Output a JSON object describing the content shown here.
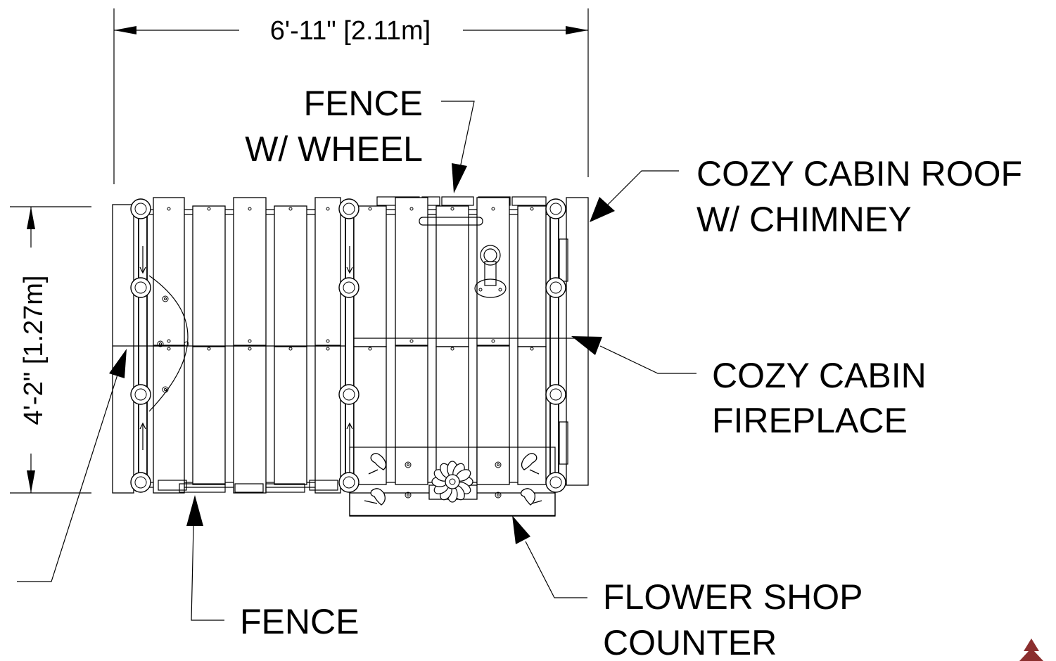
{
  "dimensions": {
    "width": "6'-11\" [2.11m]",
    "depth": "4'-2\" [1.27m]"
  },
  "callouts": {
    "fence_wheel": [
      "FENCE",
      "W/ WHEEL"
    ],
    "roof": [
      "COZY CABIN ROOF",
      "W/ CHIMNEY"
    ],
    "fireplace": [
      "COZY CABIN",
      "FIREPLACE"
    ],
    "flower_counter": [
      "FLOWER SHOP",
      "COUNTER"
    ],
    "fence": [
      "FENCE"
    ]
  },
  "colors": {
    "line": "#000000",
    "logo": "#8b2e2e"
  }
}
